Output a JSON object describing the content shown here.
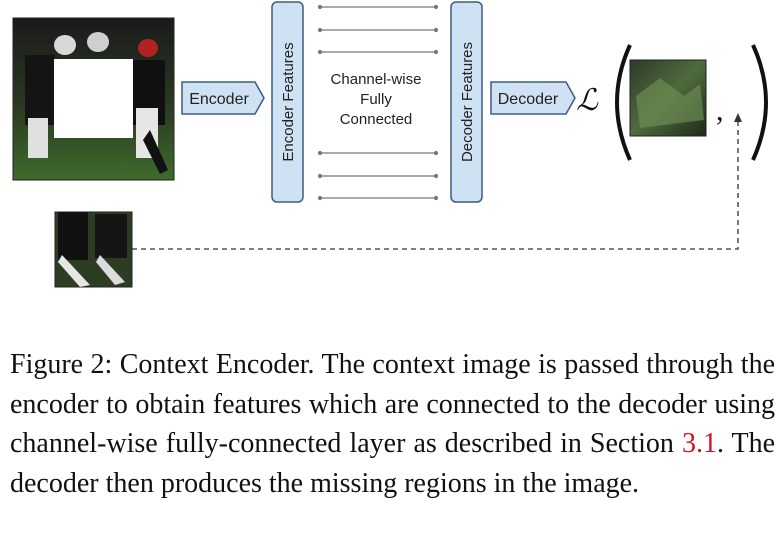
{
  "diagram": {
    "encoder_label": "Encoder",
    "encoder_features_label": "Encoder Features",
    "fc_line1": "Channel-wise",
    "fc_line2": "Fully",
    "fc_line3": "Connected",
    "decoder_features_label": "Decoder Features",
    "decoder_label": "Decoder",
    "loss_symbol": "ℒ",
    "loss_comma": ","
  },
  "caption": {
    "figure_label": "Figure 2:",
    "title": "Context Encoder.",
    "text_part1": "The context image is passed through the encoder to obtain features which are connected to the decoder using channel-wise fully-connected layer as described in Section",
    "section_ref": "3.1",
    "text_part2": ".  The decoder then produces the missing regions in the image."
  },
  "colors": {
    "block_fill": "#cfe2f3",
    "block_stroke": "#3d5a80",
    "line": "#666666",
    "dashed": "#333333",
    "ref": "#d0141c"
  }
}
